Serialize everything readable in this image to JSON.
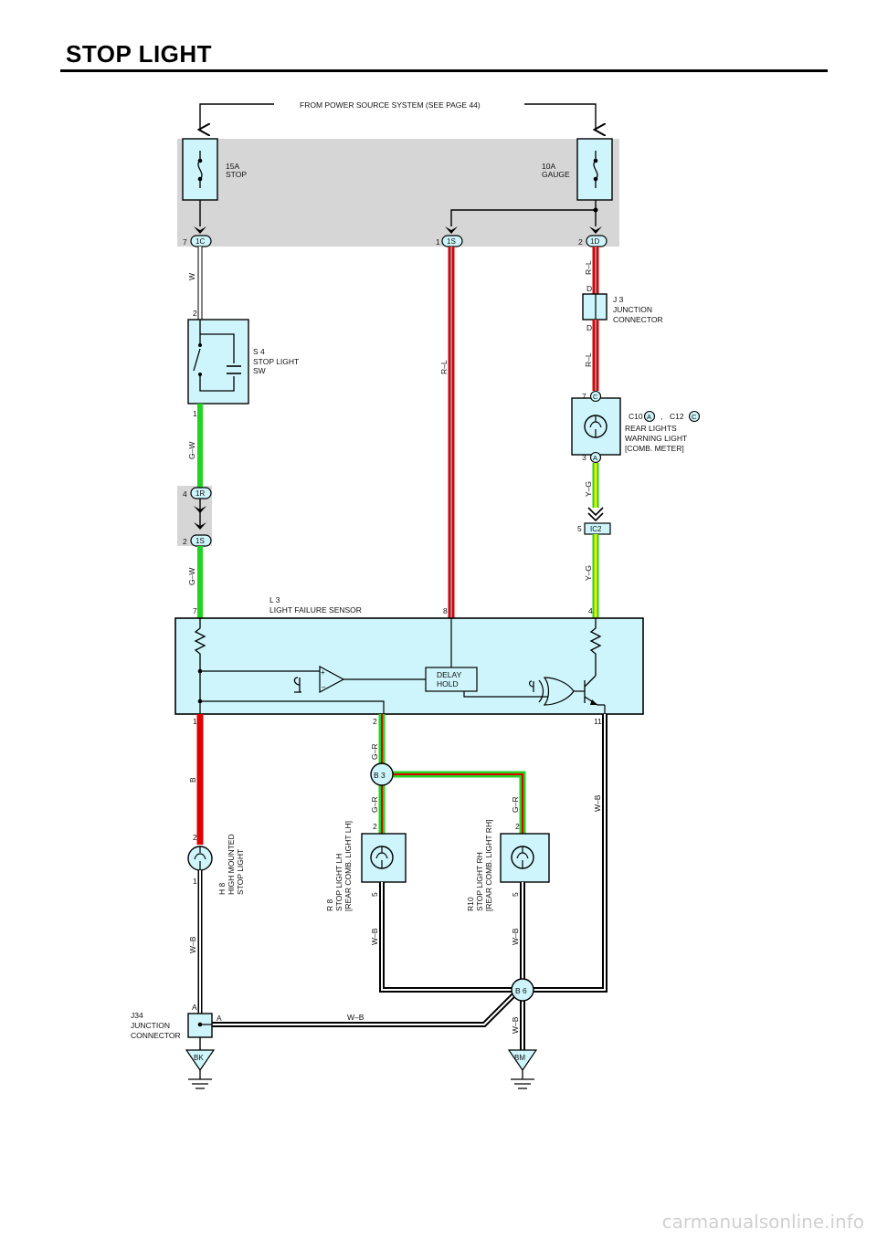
{
  "title": "STOP LIGHT",
  "source_note": "FROM POWER SOURCE SYSTEM (SEE PAGE 44)",
  "fuses": {
    "stop": {
      "amps": "15A",
      "name": "STOP"
    },
    "gauge": {
      "amps": "10A",
      "name": "GAUGE"
    }
  },
  "connectors": {
    "c1c": {
      "pin": "7",
      "id": "1C"
    },
    "c1s_top": {
      "pin": "1",
      "id": "1S"
    },
    "c1d": {
      "pin": "2",
      "id": "1D"
    },
    "c1r": {
      "pin": "4",
      "id": "1R"
    },
    "c1s_low": {
      "pin": "2",
      "id": "1S"
    },
    "ic2": {
      "pin": "5",
      "id": "IC2"
    }
  },
  "wires": {
    "w": "W",
    "gw1": "G–W",
    "gw2": "G–W",
    "rl_mid": "R–L",
    "rl1": "R–L",
    "rl2": "R–L",
    "yg1": "Y–G",
    "yg2": "Y–G",
    "b": "B",
    "gr1": "G–R",
    "gr2": "G–R",
    "gr3": "G–R",
    "wb_h8": "W–B",
    "wb_r8": "W–B",
    "wb_r10": "W–B",
    "wb_right": "W–B",
    "wb_horiz": "W–B",
    "wb_b6": "W–B"
  },
  "components": {
    "s4": {
      "code": "S 4",
      "line1": "STOP LIGHT",
      "line2": "SW",
      "pin_top": "2",
      "pin_bottom": "1"
    },
    "j3": {
      "code": "J 3",
      "line1": "JUNCTION",
      "line2": "CONNECTOR",
      "pin_top": "D",
      "pin_bottom": "D"
    },
    "meter": {
      "code1": "C10",
      "tag1": "A",
      "sep": ",",
      "code2": "C12",
      "tag2": "C",
      "line1": "REAR LIGHTS",
      "line2": "WARNING LIGHT",
      "line3": "[COMB.  METER]",
      "pin_top": "7",
      "tag_top": "C",
      "pin_bottom": "3",
      "tag_bottom": "A"
    },
    "l3": {
      "code": "L 3",
      "name": "LIGHT FAILURE SENSOR",
      "pin7": "7",
      "pin8": "8",
      "pin4": "4",
      "pin1": "1",
      "pin2": "2",
      "pin11": "11",
      "delay1": "DELAY",
      "delay2": "HOLD",
      "plus": "+",
      "minus": "–"
    },
    "h8": {
      "code": "H 8",
      "line1": "HIGH MOUNTED",
      "line2": "STOP LIGHT",
      "pin_top": "2",
      "pin_bottom": "1"
    },
    "r8": {
      "code": "R 8",
      "line1": "STOP LIGHT LH",
      "line2": "[REAR COMB.  LIGHT LH]",
      "pin_top": "2",
      "pin_bottom": "5"
    },
    "r10": {
      "code": "R10",
      "line1": "STOP LIGHT RH",
      "line2": "[REAR COMB.  LIGHT RH]",
      "pin_top": "2",
      "pin_bottom": "5"
    },
    "b3": {
      "id": "B 3"
    },
    "b6": {
      "id": "B 6"
    },
    "j34": {
      "code": "J34",
      "line1": "JUNCTION",
      "line2": "CONNECTOR",
      "pin_top": "A",
      "pin_right": "A"
    },
    "grounds": {
      "bk": "BK",
      "bm": "BM"
    }
  },
  "footer": "carmanualsonline.info",
  "colors": {
    "panel_gray": "#d6d6d6",
    "component_fill": "#cdf5fb",
    "wire_red": "#e00000",
    "wire_green": "#22d422",
    "wire_yellow": "#f2ee00",
    "wire_black": "#000000"
  }
}
